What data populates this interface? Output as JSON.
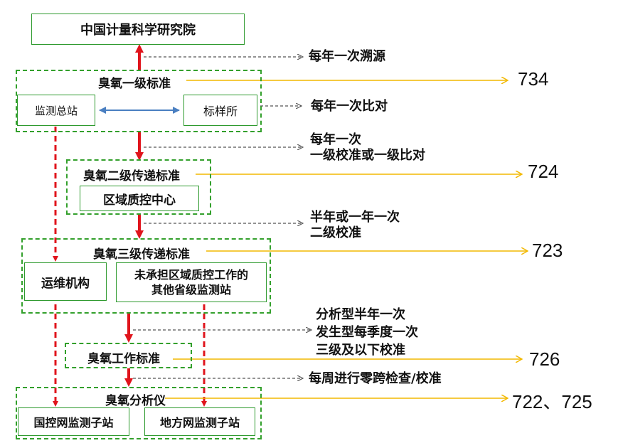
{
  "nodes": {
    "top": "中国计量科学研究院",
    "primary_group": "臭氧一级标准",
    "monitor_station": "监测总站",
    "sample_lab": "标样所",
    "secondary_group": "臭氧二级传递标准",
    "regional_center": "区域质控中心",
    "tertiary_group": "臭氧三级传递标准",
    "ops_org": "运维机构",
    "other_station_line1": "未承担区域质控工作的",
    "other_station_line2": "其他省级监测站",
    "work_standard": "臭氧工作标准",
    "analyzer_group": "臭氧分析仪",
    "national_site": "国控网监测子站",
    "local_site": "地方网监测子站"
  },
  "notes": {
    "trace": "每年一次溯源",
    "compare": "每年一次比对",
    "primary_line1": "每年一次",
    "primary_line2": "一级校准或一级比对",
    "secondary_line1": "半年或一年一次",
    "secondary_line2": "二级校准",
    "tertiary_line1": "分析型半年一次",
    "tertiary_line2": "发生型每季度一次",
    "tertiary_line3": "三级及以下校准",
    "weekly": "每周进行零跨检查/校准"
  },
  "codes": {
    "primary": "734",
    "secondary": "724",
    "tertiary": "723",
    "work": "726",
    "analyzer": "722、725"
  },
  "colors": {
    "box_border": "#2e9a2e",
    "group_border": "#33a02c",
    "red_arrow": "#e0141c",
    "blue_arrow": "#4a7fc1",
    "yellow_arrow": "#f2b800",
    "gray_dashed": "#555555"
  }
}
